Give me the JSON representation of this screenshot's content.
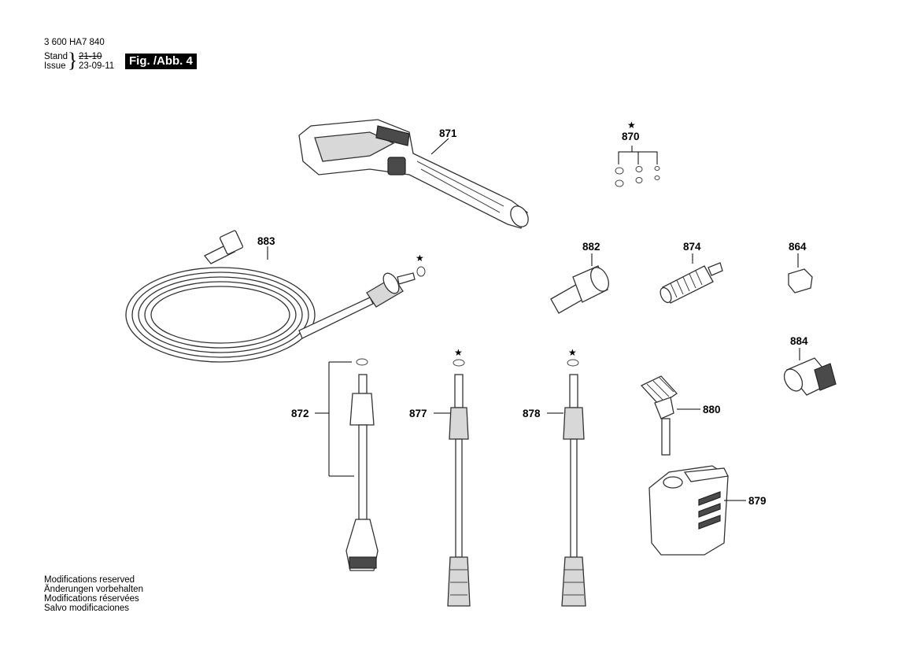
{
  "header": {
    "doc_number": "3 600 HA7 840",
    "stand_label": "Stand",
    "issue_label": "Issue",
    "stand_value": "21-10",
    "issue_value": "23-09-11",
    "figure_label": "Fig. /Abb. 4"
  },
  "footer": {
    "lines": [
      "Modifications reserved",
      "Änderungen vorbehalten",
      "Modifications réservées",
      "Salvo modificaciones"
    ]
  },
  "star_symbol": "★",
  "parts": {
    "p871": "871",
    "p870": "870",
    "p883": "883",
    "p882": "882",
    "p874": "874",
    "p864": "864",
    "p884": "884",
    "p872": "872",
    "p877": "877",
    "p878": "878",
    "p880": "880",
    "p879": "879"
  }
}
